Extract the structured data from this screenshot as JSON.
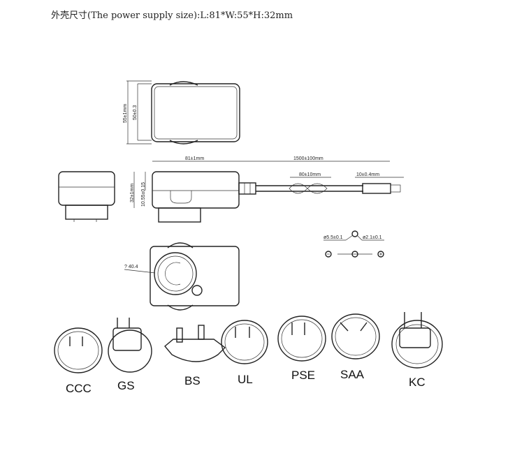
{
  "title": "外壳尺寸(The power supply size):L:81*W:55*H:32mm",
  "dimensions": {
    "width_outer": "55±1mm",
    "width_inner": "50±0.3",
    "length": "81±1mm",
    "cable_length": "1500±100mm",
    "coil": "80±10mm",
    "plug_length": "10±0.4mm",
    "height": "32±1mm",
    "height_inner": "10.55±0.15",
    "socket_diameter": "? 40.4",
    "dc_outer": "ø5.5±0.1",
    "dc_inner": "ø2.1±0.1"
  },
  "plugs": [
    "CCC",
    "GS",
    "BS",
    "UL",
    "PSE",
    "SAA",
    "KC"
  ]
}
